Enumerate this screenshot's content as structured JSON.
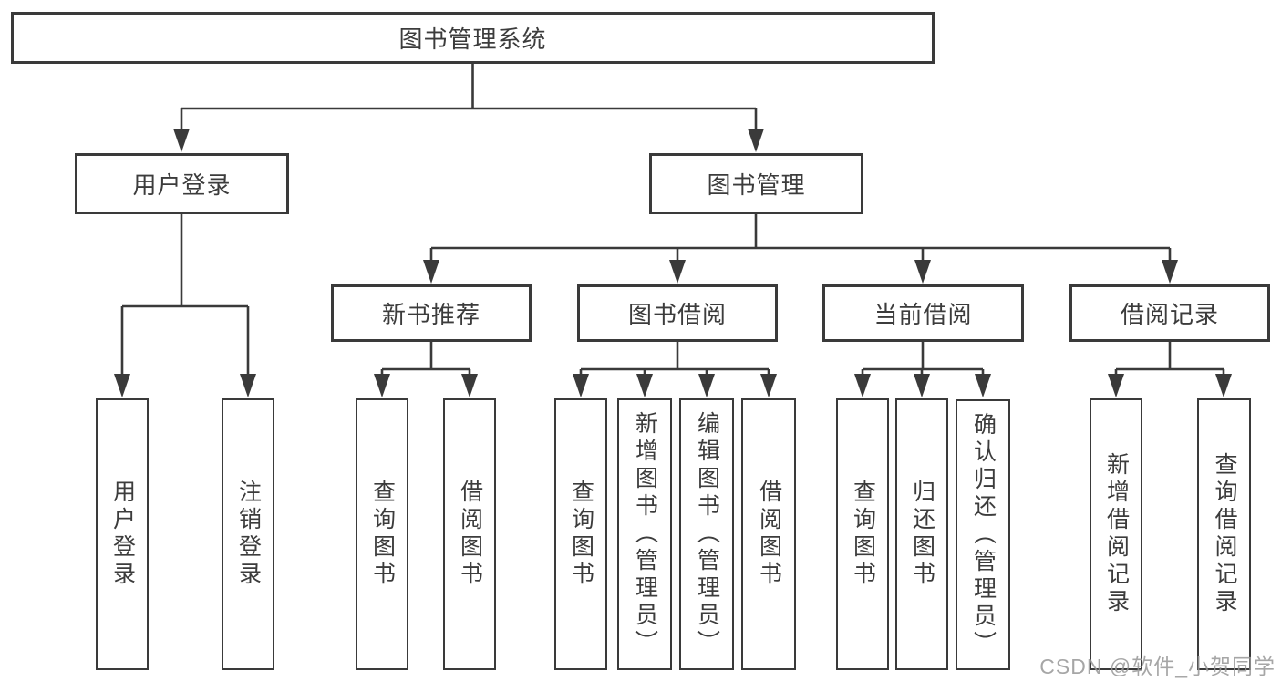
{
  "tree": {
    "root": {
      "label": "图书管理系统",
      "children": [
        {
          "label": "用户登录",
          "children": [
            {
              "label": "用户登录"
            },
            {
              "label": "注销登录"
            }
          ]
        },
        {
          "label": "图书管理",
          "children": [
            {
              "label": "新书推荐",
              "children": [
                {
                  "label": "查询图书"
                },
                {
                  "label": "借阅图书"
                }
              ]
            },
            {
              "label": "图书借阅",
              "children": [
                {
                  "label": "查询图书"
                },
                {
                  "label": "新增图书（管理员）"
                },
                {
                  "label": "编辑图书（管理员）"
                },
                {
                  "label": "借阅图书"
                }
              ]
            },
            {
              "label": "当前借阅",
              "children": [
                {
                  "label": "查询图书"
                },
                {
                  "label": "归还图书"
                },
                {
                  "label": "确认归还（管理员）"
                }
              ]
            },
            {
              "label": "借阅记录",
              "children": [
                {
                  "label": "新增借阅记录"
                },
                {
                  "label": "查询借阅记录"
                }
              ]
            }
          ]
        }
      ]
    }
  },
  "watermark": {
    "text": "CSDN @软件_小贺同学"
  },
  "colors": {
    "line": "#3a3a3a",
    "box_border": "#3a3a3a",
    "text": "#3c3c3c",
    "background": "#ffffff",
    "watermark": "#999999"
  }
}
